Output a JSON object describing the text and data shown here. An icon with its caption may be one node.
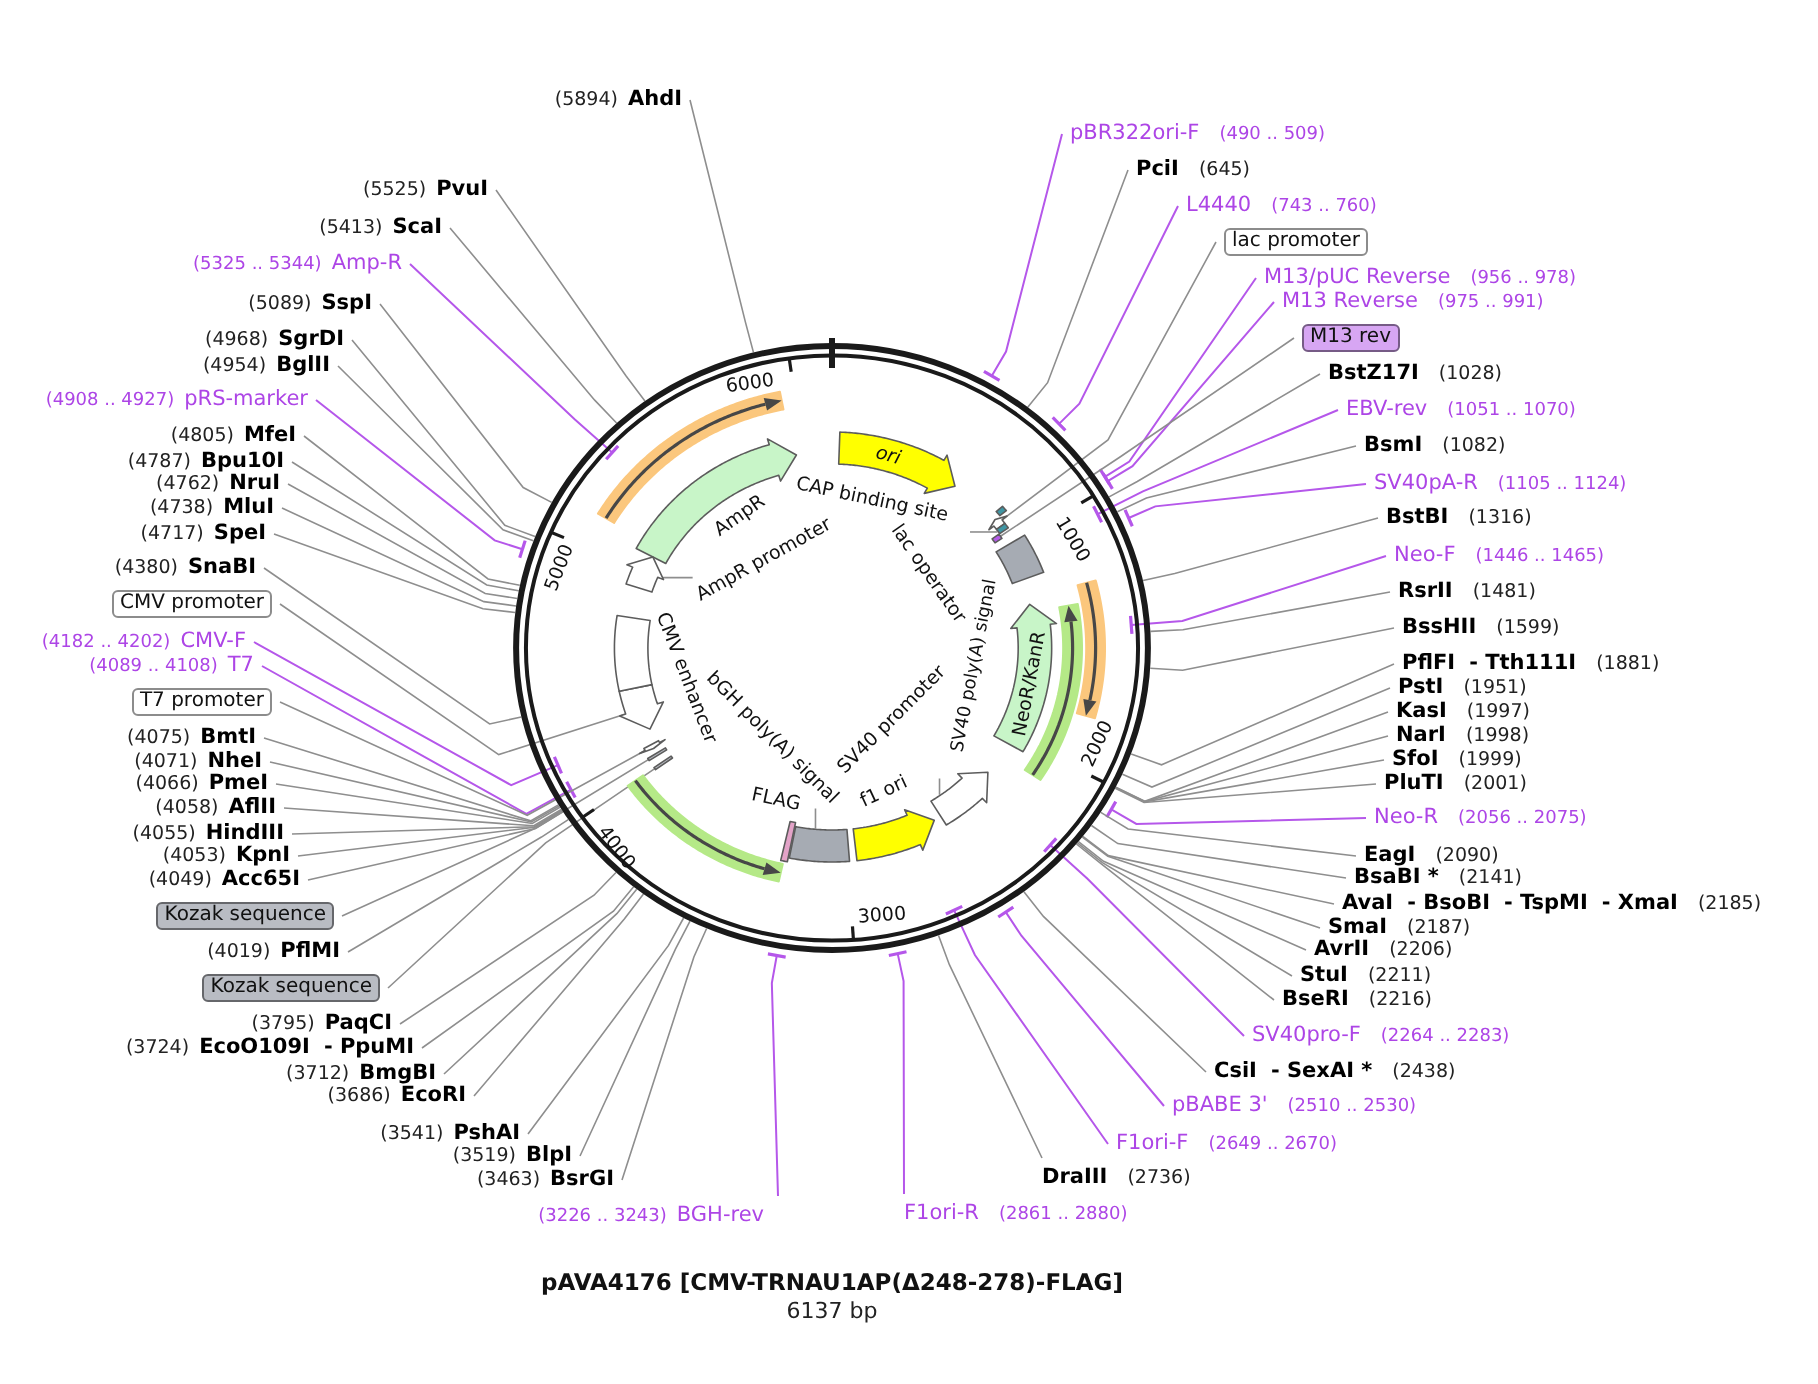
{
  "diagram": {
    "title": "pAVA4176 [CMV-TRNAU1AP(Δ248-278)-FLAG]",
    "caption": "6137 bp",
    "nodes": [
      {
        "text": [
          "(5894)",
          "AhdI"
        ]
      },
      {
        "text": [
          "(5525)",
          "PvuI"
        ]
      },
      {
        "text": [
          "(5413)",
          "ScaI"
        ]
      },
      {
        "text": [
          "(5325 .. 5344)",
          "Amp-R"
        ]
      },
      {
        "text": [
          "(5089)",
          "SspI"
        ]
      },
      {
        "text": [
          "(4968)",
          "SgrDI"
        ]
      },
      {
        "text": [
          "(4954)",
          "BglII"
        ]
      },
      {
        "text": [
          "(4908 .. 4927)",
          "pRS-marker"
        ]
      },
      {
        "text": [
          "(4805)",
          "MfeI"
        ]
      },
      {
        "text": [
          "(4787)",
          "Bpu10I"
        ]
      },
      {
        "text": [
          "(4762)",
          "NruI"
        ]
      },
      {
        "text": [
          "(4738)",
          "MluI"
        ]
      },
      {
        "text": [
          "(4717)",
          "SpeI"
        ]
      },
      {
        "text": [
          "(4380)",
          "SnaBI"
        ]
      },
      {
        "text": [
          "CMV promoter"
        ]
      },
      {
        "text": [
          "(4182 .. 4202)",
          "CMV-F"
        ]
      },
      {
        "text": [
          "(4089 .. 4108)",
          "T7"
        ]
      },
      {
        "text": [
          "T7 promoter"
        ]
      },
      {
        "text": [
          "(4075)",
          "BmtI"
        ]
      },
      {
        "text": [
          "(4071)",
          "NheI"
        ]
      },
      {
        "text": [
          "(4066)",
          "PmeI"
        ]
      },
      {
        "text": [
          "(4058)",
          "AflII"
        ]
      },
      {
        "text": [
          "(4055)",
          "HindIII"
        ]
      },
      {
        "text": [
          "(4053)",
          "KpnI"
        ]
      },
      {
        "text": [
          "(4049)",
          "Acc65I"
        ]
      },
      {
        "text": [
          "Kozak sequence"
        ]
      },
      {
        "text": [
          "(4019)",
          "PflMI"
        ]
      },
      {
        "text": [
          "Kozak sequence"
        ]
      },
      {
        "text": [
          "(3795)",
          "PaqCI"
        ]
      },
      {
        "text": [
          "(3724)",
          "EcoO109I",
          "- PpuMI"
        ]
      },
      {
        "text": [
          "(3712)",
          "BmgBI"
        ]
      },
      {
        "text": [
          "(3686)",
          "EcoRI"
        ]
      },
      {
        "text": [
          "(3541)",
          "PshAI"
        ]
      },
      {
        "text": [
          "(3519)",
          "BlpI"
        ]
      },
      {
        "text": [
          "(3463)",
          "BsrGI"
        ]
      },
      {
        "text": [
          "(3226 .. 3243)",
          "BGH-rev"
        ]
      },
      {
        "text": [
          "pBR322ori-F",
          "(490 .. 509)"
        ]
      },
      {
        "text": [
          "PciI",
          "(645)"
        ]
      },
      {
        "text": [
          "L4440",
          "(743 .. 760)"
        ]
      },
      {
        "text": [
          "lac promoter"
        ]
      },
      {
        "text": [
          "M13/pUC Reverse",
          "(956 .. 978)"
        ]
      },
      {
        "text": [
          "M13 Reverse",
          "(975 .. 991)"
        ]
      },
      {
        "text": [
          "M13 rev"
        ]
      },
      {
        "text": [
          "BstZ17I",
          "(1028)"
        ]
      },
      {
        "text": [
          "EBV-rev",
          "(1051 .. 1070)"
        ]
      },
      {
        "text": [
          "BsmI",
          "(1082)"
        ]
      },
      {
        "text": [
          "SV40pA-R",
          "(1105 .. 1124)"
        ]
      },
      {
        "text": [
          "BstBI",
          "(1316)"
        ]
      },
      {
        "text": [
          "Neo-F",
          "(1446 .. 1465)"
        ]
      },
      {
        "text": [
          "RsrII",
          "(1481)"
        ]
      },
      {
        "text": [
          "BssHII",
          "(1599)"
        ]
      },
      {
        "text": [
          "PflFI",
          "- Tth111I",
          "(1881)"
        ]
      },
      {
        "text": [
          "PstI",
          "(1951)"
        ]
      },
      {
        "text": [
          "KasI",
          "(1997)"
        ]
      },
      {
        "text": [
          "NarI",
          "(1998)"
        ]
      },
      {
        "text": [
          "SfoI",
          "(1999)"
        ]
      },
      {
        "text": [
          "PluTI",
          "(2001)"
        ]
      },
      {
        "text": [
          "Neo-R",
          "(2056 .. 2075)"
        ]
      },
      {
        "text": [
          "EagI",
          "(2090)"
        ]
      },
      {
        "text": [
          "BsaBI *",
          "(2141)"
        ]
      },
      {
        "text": [
          "AvaI",
          "- BsoBI",
          "- TspMI",
          "- XmaI",
          "(2185)"
        ]
      },
      {
        "text": [
          "SmaI",
          "(2187)"
        ]
      },
      {
        "text": [
          "AvrII",
          "(2206)"
        ]
      },
      {
        "text": [
          "StuI",
          "(2211)"
        ]
      },
      {
        "text": [
          "BseRI",
          "(2216)"
        ]
      },
      {
        "text": [
          "SV40pro-F",
          "(2264 .. 2283)"
        ]
      },
      {
        "text": [
          "CsiI",
          "- SexAI *",
          "(2438)"
        ]
      },
      {
        "text": [
          "pBABE 3'",
          "(2510 .. 2530)"
        ]
      },
      {
        "text": [
          "F1ori-F",
          "(2649 .. 2670)"
        ]
      },
      {
        "text": [
          "DraIII",
          "(2736)"
        ]
      },
      {
        "text": [
          "F1ori-R",
          "(2861 .. 2880)"
        ]
      },
      {
        "text": [],
        "shape": "circle"
      },
      {
        "text": [
          "ori"
        ],
        "in": 71
      },
      {
        "text": [],
        "shape": "arrow",
        "in": 71,
        "beside": [
          "AmpR"
        ]
      },
      {
        "text": [],
        "shape": "arrow",
        "in": 71
      },
      {
        "text": [
          "AmpR promoter"
        ],
        "in": 71
      },
      {
        "text": [],
        "shape": "box",
        "in": 71
      },
      {
        "text": [],
        "shape": "arrow",
        "in": 71
      },
      {
        "text": [],
        "shape": "box",
        "in": 71
      },
      {
        "text": [
          "lac operator"
        ],
        "in": 71
      },
      {
        "text": [],
        "shape": "box",
        "in": 71
      },
      {
        "text": [],
        "shape": "box",
        "in": 71,
        "beside": [
          "SV40 poly(A) signal"
        ]
      },
      {
        "text": [
          "NeoR/KanR"
        ],
        "in": 71
      },
      {
        "text": [],
        "shape": "arrow",
        "in": 71
      },
      {
        "text": [
          "SV40 promoter"
        ],
        "in": 71
      },
      {
        "text": [],
        "shape": "arrow",
        "in": 71,
        "beside": [
          "f1 ori"
        ]
      },
      {
        "text": [],
        "shape": "box",
        "in": 71
      },
      {
        "text": [
          "bGH poly(A) signal"
        ],
        "in": 71
      },
      {
        "text": [],
        "shape": "box",
        "in": 71
      },
      {
        "text": [],
        "shape": "box",
        "in": 71
      },
      {
        "text": [],
        "shape": "box",
        "in": 71
      },
      {
        "text": [],
        "shape": "arrow",
        "in": 71
      },
      {
        "text": [],
        "shape": "arrow",
        "in": 71
      },
      {
        "text": [],
        "shape": "box",
        "in": 71,
        "beside": [
          "CMV enhancer"
        ]
      },
      {
        "text": [],
        "shape": "arrow",
        "in": 71
      },
      {
        "text": [],
        "shape": "arrow",
        "in": 71
      },
      {
        "text": [],
        "shape": "arrow",
        "in": 71
      },
      {
        "text": [],
        "shape": "arrow",
        "in": 71
      }
    ],
    "edges": [
      {
        "from": 0,
        "to": 71,
        "arrow": "none"
      },
      {
        "from": 1,
        "to": 71,
        "arrow": "none"
      },
      {
        "from": 2,
        "to": 71,
        "arrow": "none"
      },
      {
        "from": 3,
        "to": 71,
        "arrow": "other",
        "color": "#b557ea"
      },
      {
        "from": 4,
        "to": 71,
        "arrow": "none"
      },
      {
        "from": 5,
        "to": 71,
        "arrow": "none"
      },
      {
        "from": 6,
        "to": 71,
        "arrow": "none"
      },
      {
        "from": 7,
        "to": 71,
        "arrow": "other",
        "color": "#b557ea"
      },
      {
        "from": 8,
        "to": 71,
        "arrow": "none"
      },
      {
        "from": 9,
        "to": 71,
        "arrow": "none"
      },
      {
        "from": 10,
        "to": 71,
        "arrow": "none"
      },
      {
        "from": 11,
        "to": 71,
        "arrow": "none"
      },
      {
        "from": 12,
        "to": 71,
        "arrow": "none"
      },
      {
        "from": 13,
        "to": 71,
        "arrow": "none"
      },
      {
        "from": 14,
        "to": 92,
        "arrow": "none"
      },
      {
        "from": 15,
        "to": 71,
        "arrow": "other",
        "color": "#b557ea"
      },
      {
        "from": 16,
        "to": 71,
        "arrow": "other",
        "color": "#b557ea"
      },
      {
        "from": 17,
        "to": 91,
        "arrow": "none"
      },
      {
        "from": 18,
        "to": 71,
        "arrow": "none"
      },
      {
        "from": 19,
        "to": 71,
        "arrow": "none"
      },
      {
        "from": 20,
        "to": 71,
        "arrow": "none"
      },
      {
        "from": 21,
        "to": 71,
        "arrow": "none"
      },
      {
        "from": 22,
        "to": 71,
        "arrow": "none"
      },
      {
        "from": 23,
        "to": 71,
        "arrow": "none"
      },
      {
        "from": 24,
        "to": 71,
        "arrow": "none"
      },
      {
        "from": 25,
        "to": 90,
        "arrow": "none"
      },
      {
        "from": 26,
        "to": 71,
        "arrow": "none"
      },
      {
        "from": 27,
        "to": 89,
        "arrow": "none"
      },
      {
        "from": 28,
        "to": 71,
        "arrow": "none"
      },
      {
        "from": 29,
        "to": 71,
        "arrow": "none"
      },
      {
        "from": 30,
        "to": 71,
        "arrow": "none"
      },
      {
        "from": 31,
        "to": 71,
        "arrow": "none"
      },
      {
        "from": 32,
        "to": 71,
        "arrow": "none"
      },
      {
        "from": 33,
        "to": 71,
        "arrow": "none"
      },
      {
        "from": 34,
        "to": 71,
        "arrow": "none"
      },
      {
        "from": 35,
        "to": 71,
        "arrow": "other",
        "color": "#b557ea"
      },
      {
        "from": 36,
        "to": 71,
        "arrow": "other",
        "color": "#b557ea"
      },
      {
        "from": 37,
        "to": 71,
        "arrow": "none"
      },
      {
        "from": 38,
        "to": 71,
        "arrow": "other",
        "color": "#b557ea"
      },
      {
        "from": 39,
        "to": 77,
        "arrow": "none"
      },
      {
        "from": 40,
        "to": 71,
        "arrow": "other",
        "color": "#b557ea"
      },
      {
        "from": 41,
        "to": 71,
        "arrow": "other",
        "color": "#b557ea"
      },
      {
        "from": 42,
        "to": 80,
        "arrow": "none"
      },
      {
        "from": 43,
        "to": 71,
        "arrow": "none"
      },
      {
        "from": 44,
        "to": 71,
        "arrow": "other",
        "color": "#b557ea"
      },
      {
        "from": 45,
        "to": 71,
        "arrow": "none"
      },
      {
        "from": 46,
        "to": 71,
        "arrow": "other",
        "color": "#b557ea"
      },
      {
        "from": 47,
        "to": 71,
        "arrow": "none"
      },
      {
        "from": 48,
        "to": 71,
        "arrow": "other",
        "color": "#b557ea"
      },
      {
        "from": 49,
        "to": 71,
        "arrow": "none"
      },
      {
        "from": 50,
        "to": 71,
        "arrow": "none"
      },
      {
        "from": 51,
        "to": 71,
        "arrow": "none"
      },
      {
        "from": 52,
        "to": 71,
        "arrow": "none"
      },
      {
        "from": 53,
        "to": 71,
        "arrow": "none"
      },
      {
        "from": 54,
        "to": 71,
        "arrow": "none"
      },
      {
        "from": 55,
        "to": 71,
        "arrow": "none"
      },
      {
        "from": 56,
        "to": 71,
        "arrow": "none"
      },
      {
        "from": 57,
        "to": 71,
        "arrow": "other",
        "color": "#b557ea"
      },
      {
        "from": 58,
        "to": 71,
        "arrow": "none"
      },
      {
        "from": 59,
        "to": 71,
        "arrow": "none"
      },
      {
        "from": 60,
        "to": 71,
        "arrow": "none"
      },
      {
        "from": 61,
        "to": 71,
        "arrow": "none"
      },
      {
        "from": 62,
        "to": 71,
        "arrow": "none"
      },
      {
        "from": 63,
        "to": 71,
        "arrow": "none"
      },
      {
        "from": 64,
        "to": 71,
        "arrow": "none"
      },
      {
        "from": 65,
        "to": 71,
        "arrow": "other",
        "color": "#b557ea"
      },
      {
        "from": 66,
        "to": 71,
        "arrow": "none"
      },
      {
        "from": 67,
        "to": 71,
        "arrow": "other",
        "color": "#b557ea"
      },
      {
        "from": 68,
        "to": 71,
        "arrow": "other",
        "color": "#b557ea"
      },
      {
        "from": 69,
        "to": 71,
        "arrow": "none"
      },
      {
        "from": 70,
        "to": 71,
        "arrow": "other",
        "color": "#b557ea"
      },
      {
        "from": 75,
        "to": 74,
        "arrow": "none"
      },
      {
        "from": 79,
        "to": 78,
        "arrow": "none"
      },
      {
        "from": 84,
        "to": 83,
        "arrow": "none"
      },
      {
        "from": 87,
        "to": 86,
        "arrow": "none"
      }
    ],
    "labels": [
      "6000",
      "CAP binding site",
      "1000",
      "5000",
      "2000",
      "FLAG",
      "4000",
      "3000"
    ]
  }
}
